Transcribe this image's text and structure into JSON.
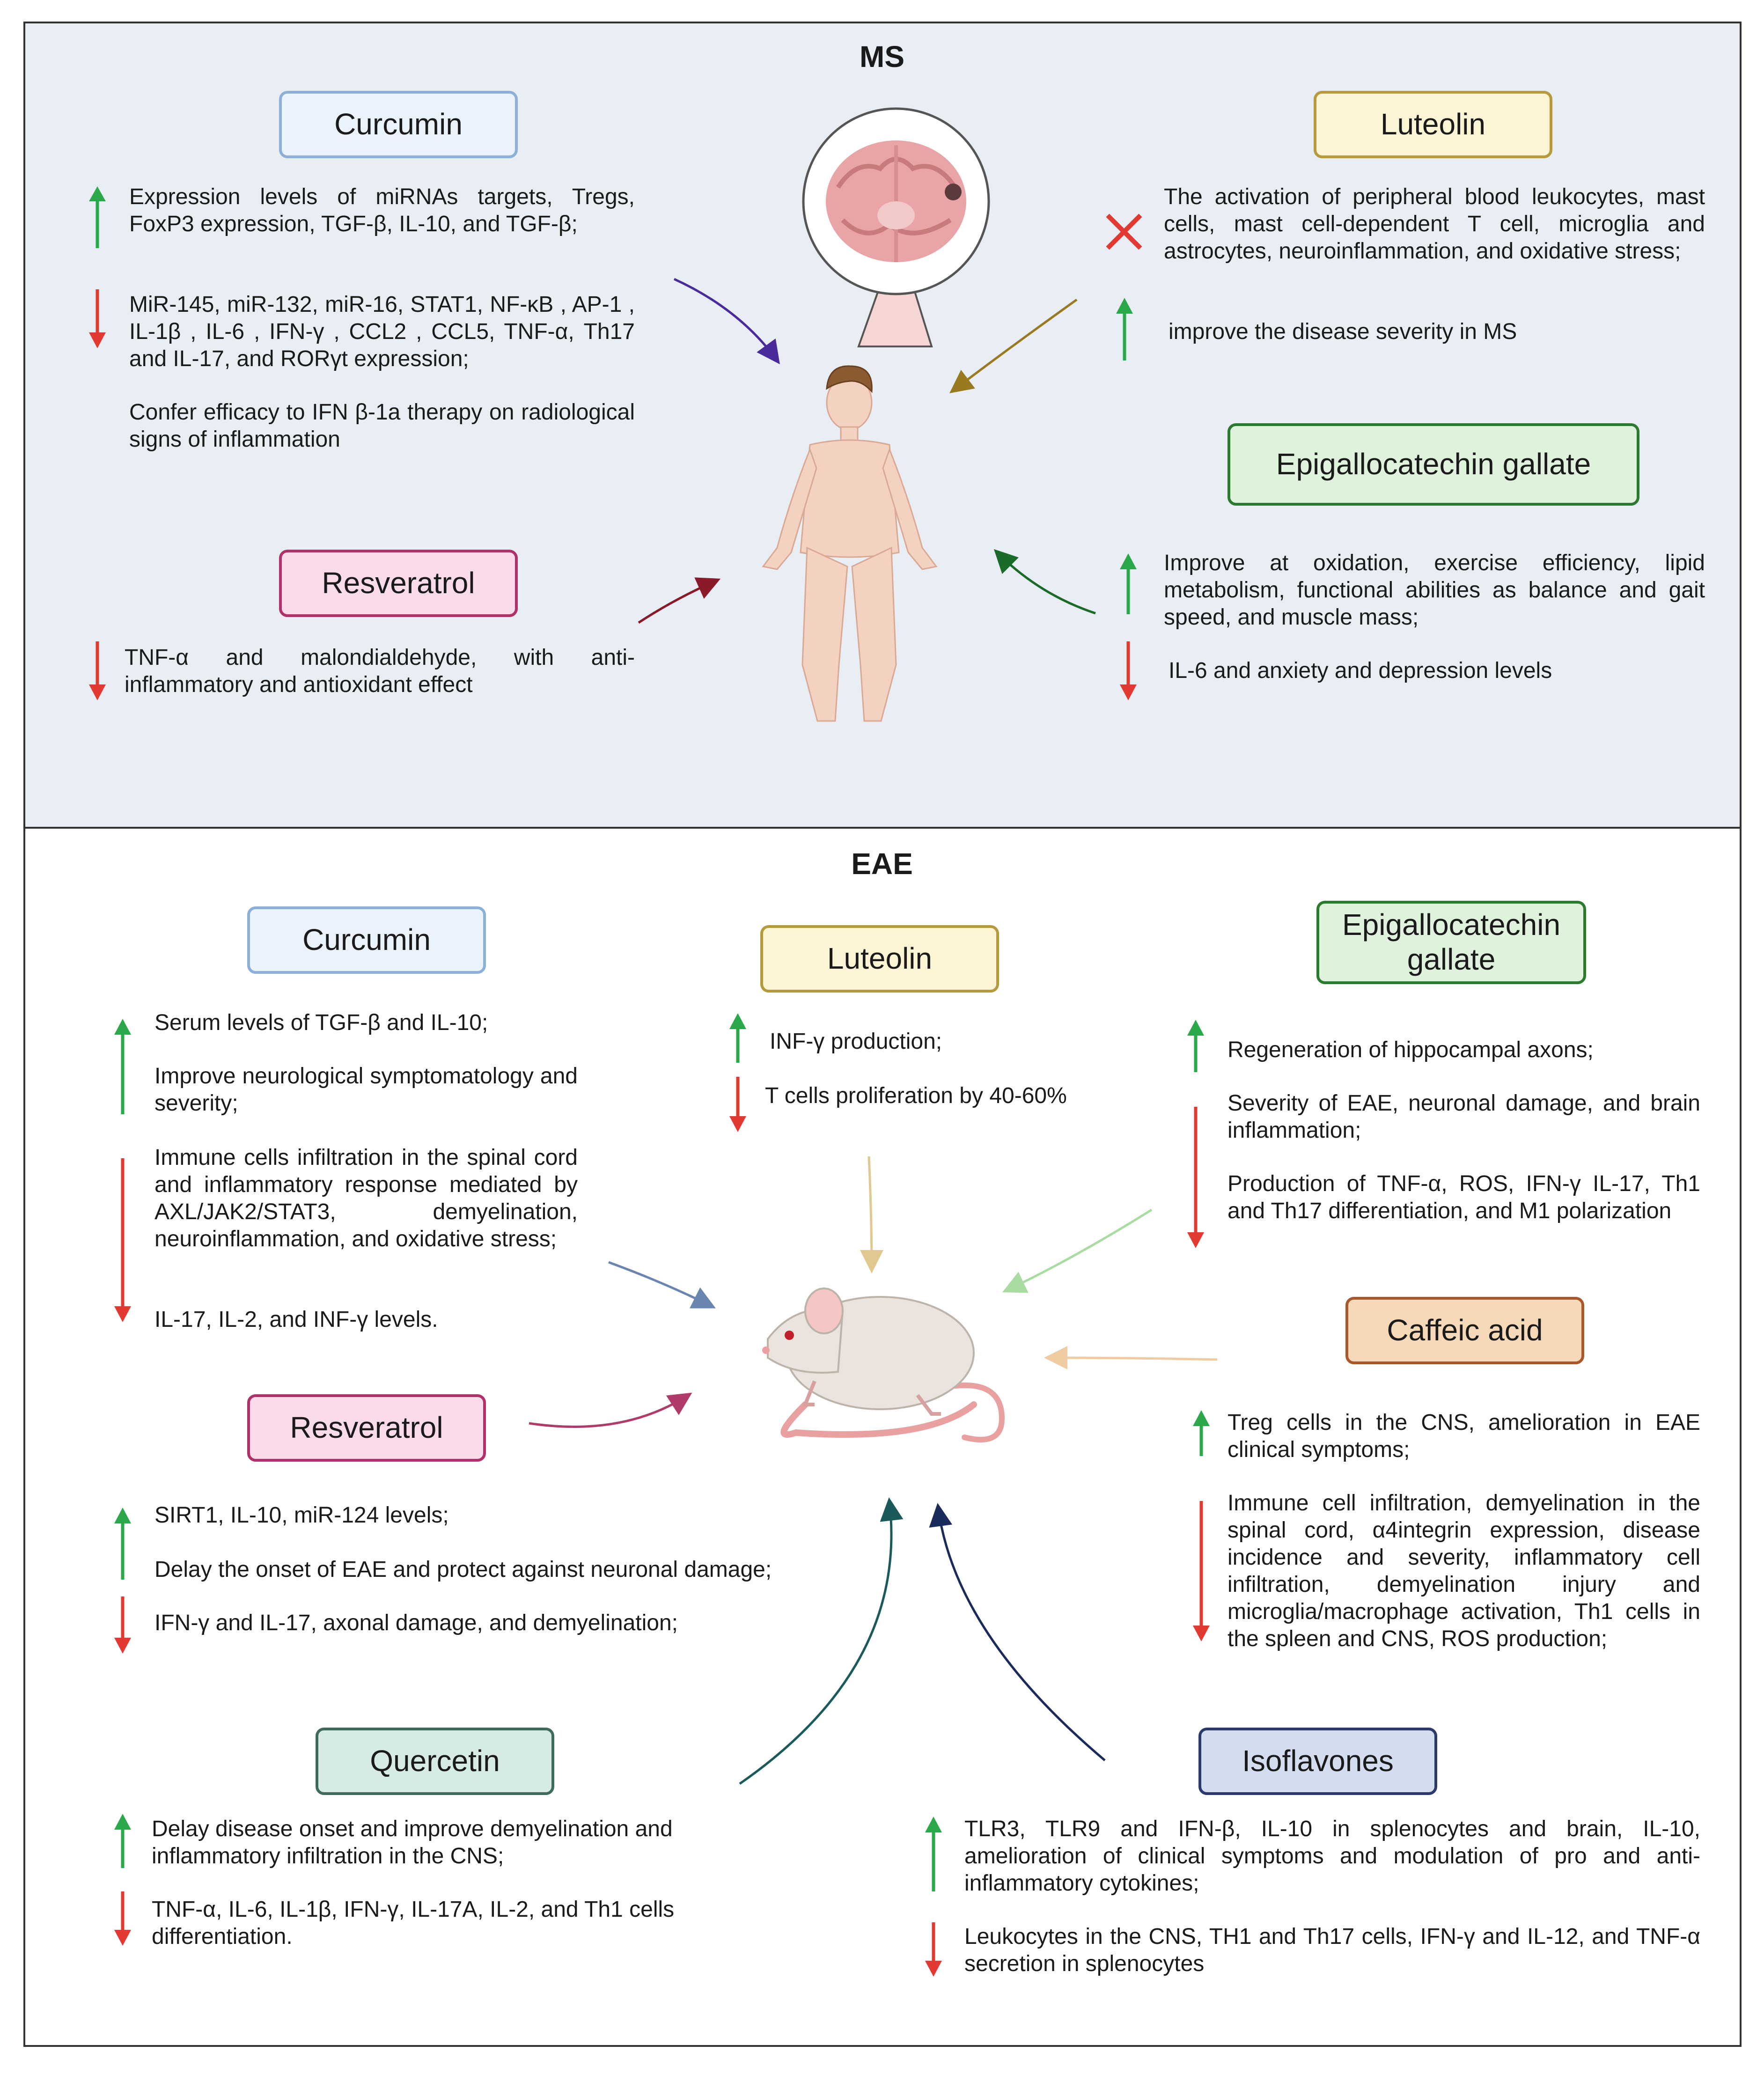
{
  "ms": {
    "title": "MS",
    "curcumin": {
      "label": "Curcumin",
      "up": "Expression levels of miRNAs targets, Tregs, FoxP3 expression,  TGF-β, IL-10, and TGF-β;",
      "down": "MiR-145, miR-132, miR-16, STAT1, NF-κB , AP-1 , IL-1β , IL-6 , IFN-γ , CCL2 , CCL5, TNF-α, Th17 and IL-17, and RORγt expression;",
      "note": "Confer efficacy to IFN β-1a therapy on radiological signs of inflammation"
    },
    "resveratrol": {
      "label": "Resveratrol",
      "down": "TNF-α and malondialdehyde, with anti-inflammatory and antioxidant effect"
    },
    "luteolin": {
      "label": "Luteolin",
      "blocked": "The activation of peripheral blood leukocytes, mast cells, mast cell-dependent T cell, microglia and astrocytes, neuroinflammation, and oxidative stress;",
      "up": "improve the disease severity in MS"
    },
    "egcg": {
      "label": "Epigallocatechin gallate",
      "up": "Improve at oxidation, exercise efficiency,  lipid metabolism, functional abilities as balance and gait speed, and muscle mass;",
      "down": "IL-6 and anxiety and depression levels"
    }
  },
  "eae": {
    "title": "EAE",
    "curcumin": {
      "label": "Curcumin",
      "up1": "Serum levels of TGF-β and IL-10;",
      "up2": "Improve neurological symptomatology and severity;",
      "down1": "Immune cells infiltration in the spinal cord and inflammatory response mediated by AXL/JAK2/STAT3, demyelination, neuroinflammation, and oxidative stress;",
      "down2": "IL-17, IL-2, and INF-γ levels."
    },
    "luteolin": {
      "label": "Luteolin",
      "up": "INF-γ production;",
      "down": "T cells proliferation by 40-60%"
    },
    "egcg": {
      "label": "Epigallocatechin gallate",
      "up": "Regeneration of hippocampal axons;",
      "down1": "Severity of EAE, neuronal damage, and brain inflammation;",
      "down2": "Production of TNF-α, ROS, IFN-γ IL-17, Th1 and Th17 differentiation, and M1 polarization"
    },
    "resveratrol": {
      "label": "Resveratrol",
      "up1": "SIRT1, IL-10, miR-124 levels;",
      "up2": "Delay the onset of EAE and protect against neuronal damage;",
      "down": "IFN-γ and IL-17,  axonal damage, and demyelination;"
    },
    "caffeic": {
      "label": "Caffeic acid",
      "up": "Treg cells in the CNS,  amelioration in EAE clinical symptoms;",
      "down": "Immune cell infiltration, demyelination in the spinal cord, α4integrin expression, disease incidence and severity, inflammatory cell infiltration, demyelination injury and microglia/macrophage activation, Th1 cells in the spleen and CNS, ROS production;"
    },
    "quercetin": {
      "label": "Quercetin",
      "up": "Delay disease onset and improve demyelination and inflammatory infiltration in the CNS;",
      "down": "TNF-α, IL-6, IL-1β, IFN-γ, IL-17A, IL-2, and Th1 cells differentiation."
    },
    "isoflavones": {
      "label": "Isoflavones",
      "up": "TLR3, TLR9 and IFN-β, IL-10 in splenocytes and brain, IL-10, amelioration of clinical symptoms and modulation of pro and anti-inflammatory cytokines;",
      "down": "Leukocytes in the CNS, TH1 and Th17 cells, IFN-γ and IL-12, and TNF-α secretion in splenocytes"
    }
  },
  "colors": {
    "up": "#2aa84a",
    "down": "#e03a32",
    "cross": "#e03a32"
  },
  "icons": [
    "up-arrow-icon",
    "down-arrow-icon",
    "cross-icon",
    "brain-icon",
    "human-icon",
    "mouse-icon"
  ]
}
